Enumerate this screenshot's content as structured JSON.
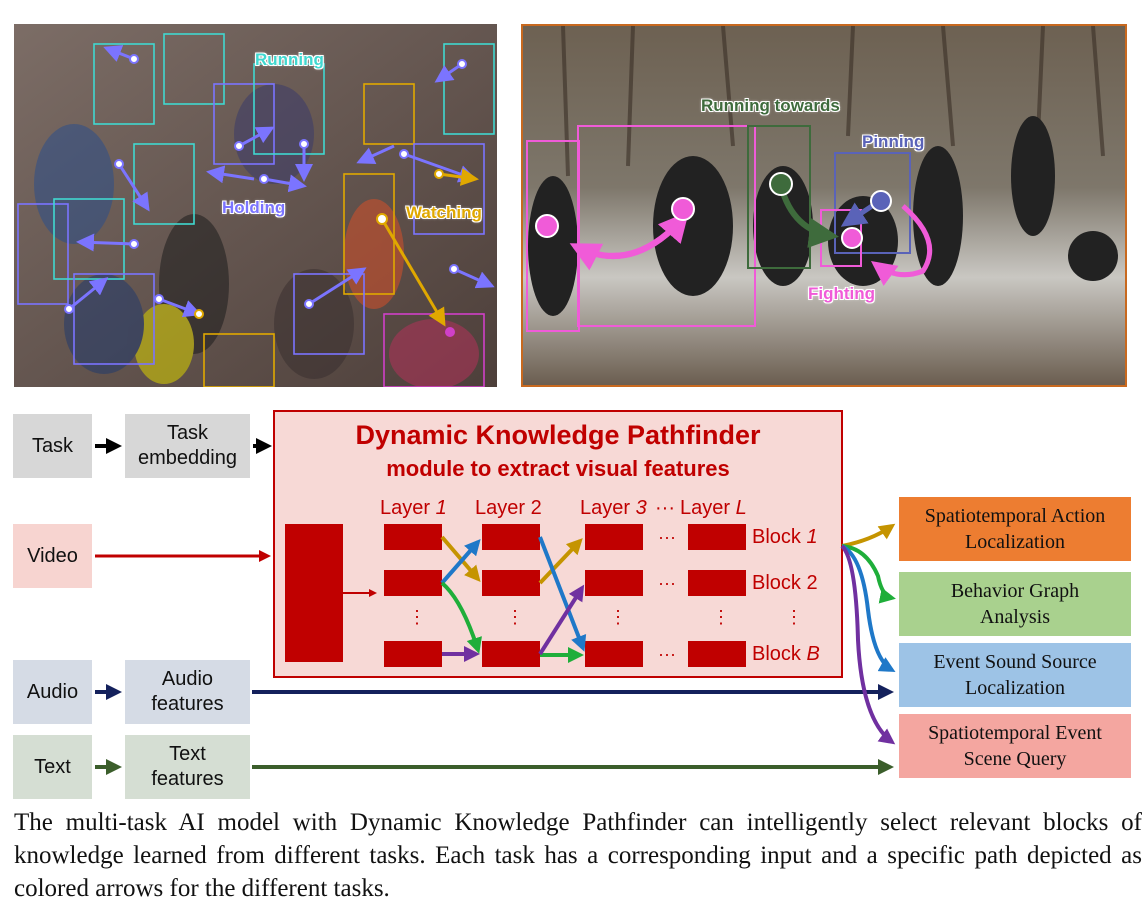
{
  "photo_left": {
    "labels": {
      "running": "Running",
      "holding": "Holding",
      "watching": "Watching"
    },
    "colors": {
      "running": "#40d8d0",
      "holding": "#7b74ff",
      "watching": "#e0a800"
    }
  },
  "photo_right": {
    "labels": {
      "running_towards": "Running towards",
      "pinning": "Pinning",
      "fighting": "Fighting"
    },
    "colors": {
      "running_towards": "#3e6b3c",
      "pinning": "#5a63b8",
      "fighting": "#f05bd8",
      "frame": "#c8691f"
    }
  },
  "inputs": {
    "task": "Task",
    "task_embedding": "Task\nembedding",
    "video": "Video",
    "audio": "Audio",
    "audio_features": "Audio\nfeatures",
    "text": "Text",
    "text_features": "Text\nfeatures"
  },
  "module": {
    "title": "Dynamic Knowledge Pathfinder",
    "subtitle": "module to extract visual features",
    "layers": [
      {
        "prefix": "Layer ",
        "index": "1"
      },
      {
        "prefix": "Layer ",
        "index": "2"
      },
      {
        "prefix": "Layer ",
        "index": "3"
      },
      {
        "prefix": "Layer ",
        "index": "L"
      }
    ],
    "layer_ellipsis": "···",
    "blocks": [
      {
        "prefix": "Block ",
        "index": "1"
      },
      {
        "prefix": "Block ",
        "index": "2"
      },
      {
        "prefix": "Block ",
        "index": "B"
      }
    ],
    "col_ellipsis": "···",
    "row_ellipsis": "⋮"
  },
  "outputs": [
    {
      "label": "Spatiotemporal Action\nLocalization",
      "color": "#ed7d31"
    },
    {
      "label": "Behavior Graph\nAnalysis",
      "color": "#a9d18e"
    },
    {
      "label": "Event Sound Source\nLocalization",
      "color": "#9dc3e6"
    },
    {
      "label": "Spatiotemporal Event\nScene Query",
      "color": "#f4a6a0"
    }
  ],
  "path_colors": {
    "action": "#c59400",
    "graph": "#1fae3a",
    "sound": "#1f78c8",
    "query": "#7030a0",
    "video": "#c00000",
    "audio": "#14215c",
    "text": "#3b5e2b"
  },
  "caption": "The multi-task AI model with Dynamic Knowledge Pathfinder can intelligently select relevant blocks of knowledge learned from different tasks. Each task has a corresponding input and a specific path depicted as colored arrows for the different tasks."
}
